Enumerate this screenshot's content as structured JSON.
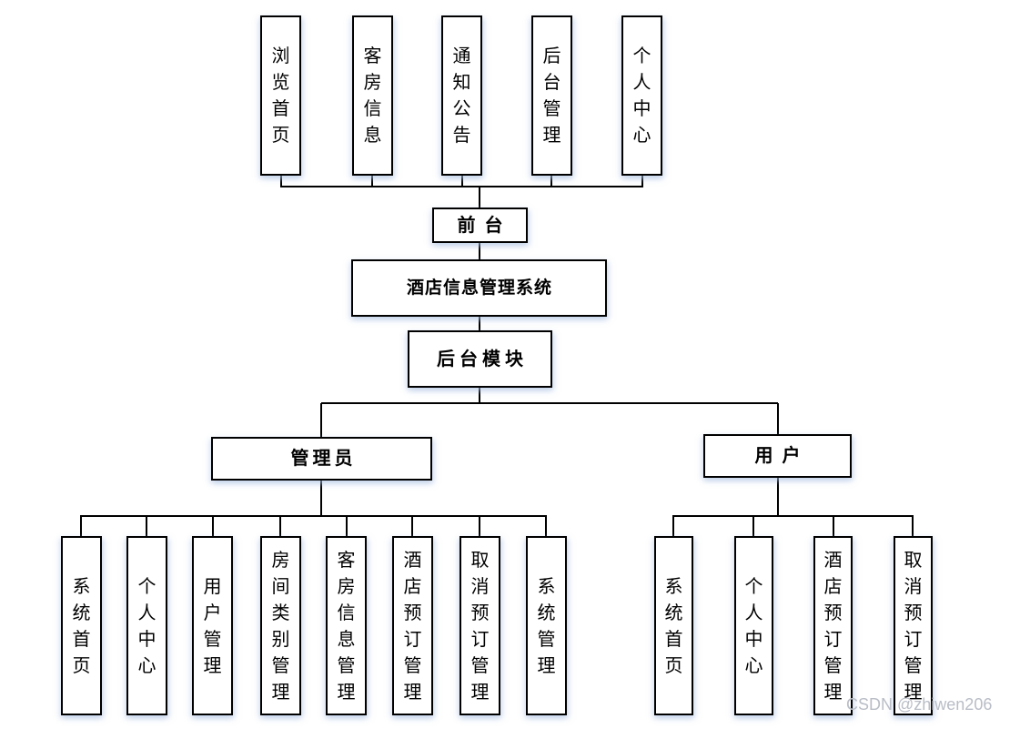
{
  "diagram": {
    "system": {
      "label": "酒店信息管理系统"
    },
    "frontend": {
      "label": "前台",
      "modules": [
        "浏览首页",
        "客房信息",
        "通知公告",
        "后台管理",
        "个人中心"
      ]
    },
    "backend": {
      "label": "后台模块",
      "admin": {
        "label": "管理员",
        "modules": [
          "系统首页",
          "个人中心",
          "用户管理",
          "房间类别管理",
          "客房信息管理",
          "酒店预订管理",
          "取消预订管理",
          "系统管理"
        ]
      },
      "user": {
        "label": "用户",
        "modules": [
          "系统首页",
          "个人中心",
          "酒店预订管理",
          "取消预订管理"
        ]
      }
    }
  },
  "watermark": {
    "text": "CSDN @zhiwen206"
  },
  "colors": {
    "background": "#ffffff",
    "box_fill": "#ffffff",
    "box_border": "#000000",
    "line": "#000000",
    "box_shadow": "#a5bee1",
    "watermark": "#b9bdc6"
  }
}
